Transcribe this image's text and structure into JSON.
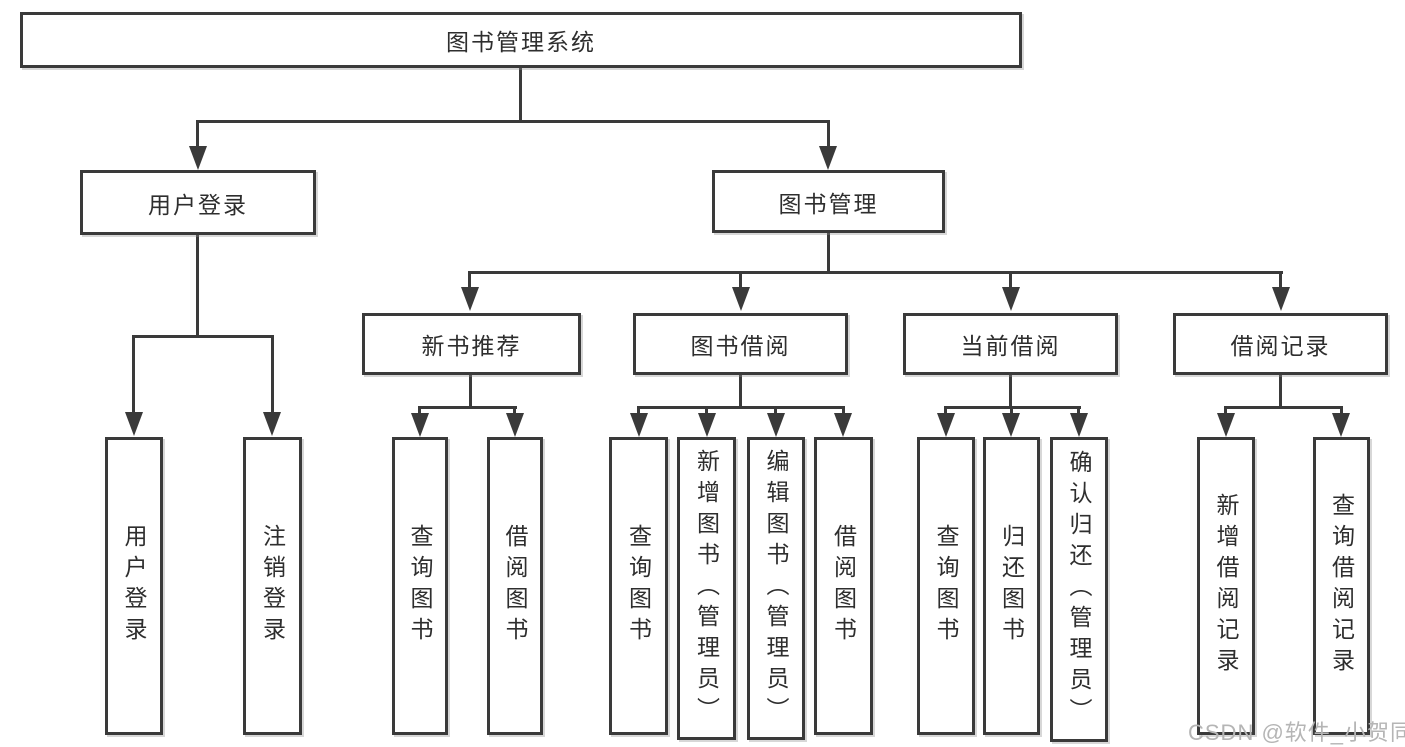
{
  "diagram": {
    "root": {
      "label": "图书管理系统"
    },
    "branches": [
      {
        "label": "用户登录",
        "children": [
          {
            "label": "用户登录"
          },
          {
            "label": "注销登录"
          }
        ]
      },
      {
        "label": "图书管理",
        "children": [
          {
            "label": "新书推荐",
            "children": [
              {
                "label": "查询图书"
              },
              {
                "label": "借阅图书"
              }
            ]
          },
          {
            "label": "图书借阅",
            "children": [
              {
                "label": "查询图书"
              },
              {
                "label": "新增图书（管理员）"
              },
              {
                "label": "编辑图书（管理员）"
              },
              {
                "label": "借阅图书"
              }
            ]
          },
          {
            "label": "当前借阅",
            "children": [
              {
                "label": "查询图书"
              },
              {
                "label": "归还图书"
              },
              {
                "label": "确认归还（管理员）"
              }
            ]
          },
          {
            "label": "借阅记录",
            "children": [
              {
                "label": "新增借阅记录"
              },
              {
                "label": "查询借阅记录"
              }
            ]
          }
        ]
      }
    ]
  },
  "watermark": {
    "text": "CSDN @软件_小贺同学"
  },
  "colors": {
    "line": "#3a3a3a",
    "text": "#2e2e2e",
    "watermark": "#b5b5b5",
    "background": "#ffffff",
    "box_fill": "#ffffff"
  }
}
